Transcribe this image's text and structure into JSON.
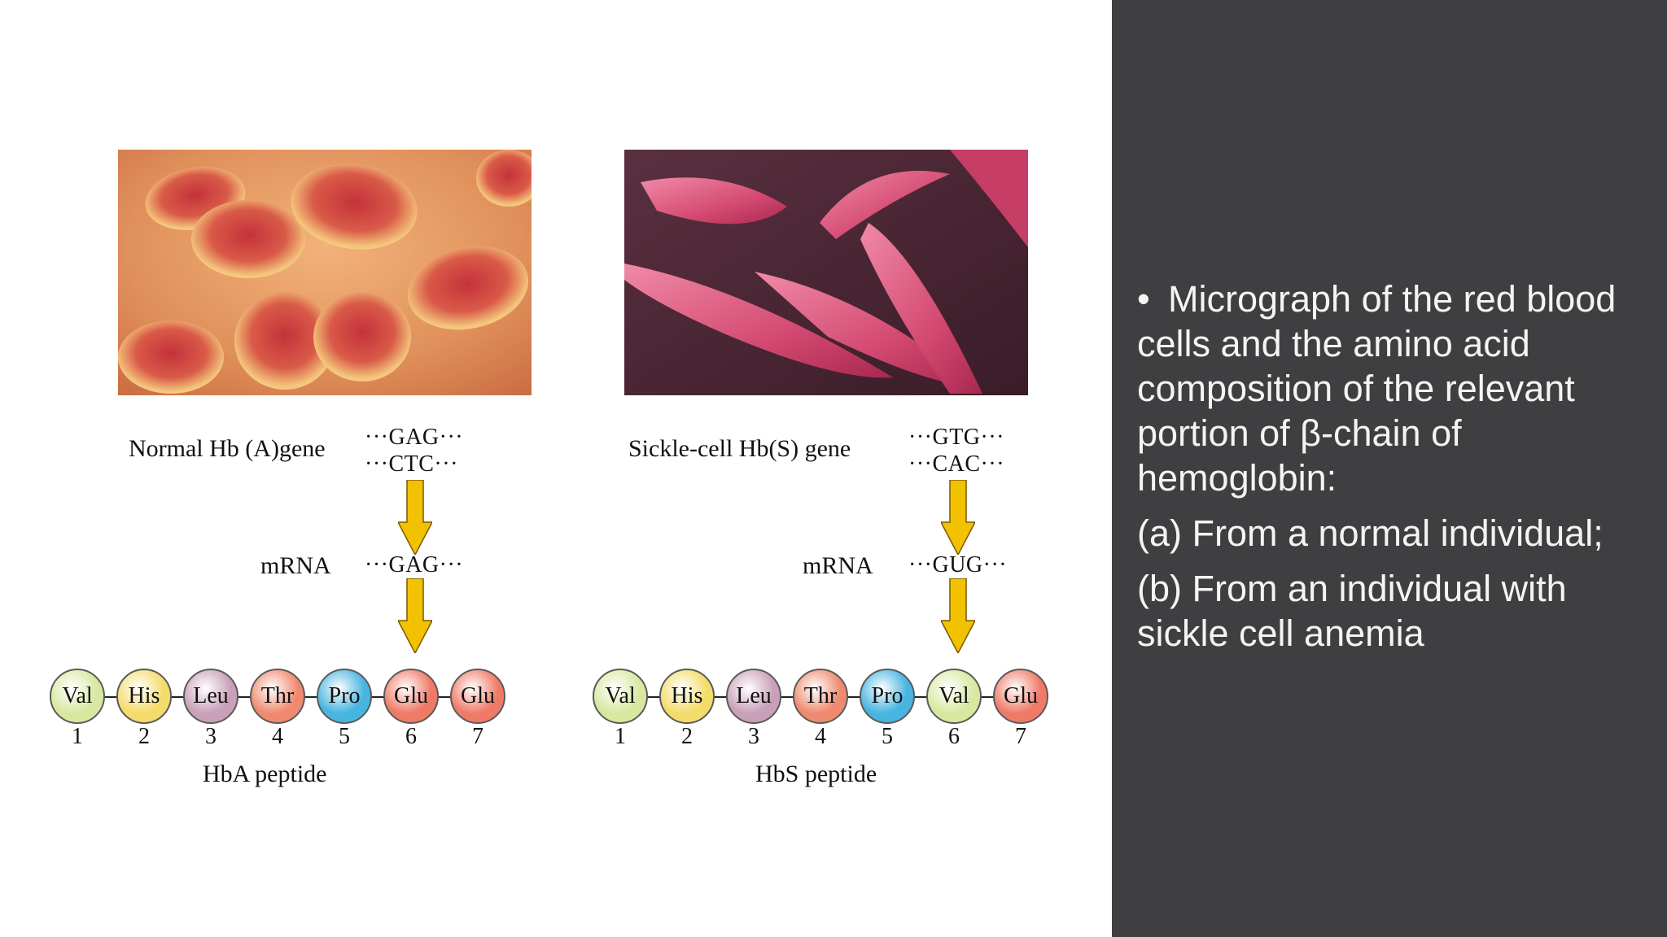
{
  "colors": {
    "panel_bg": "#3f3e40",
    "arrow_fill": "#f2c200",
    "Val": "#d8e8a0",
    "His": "#f4dc6a",
    "Leu": "#c9a0b8",
    "Thr": "#ef8a70",
    "Pro": "#48b4e0",
    "Glu": "#f07a68"
  },
  "normal": {
    "gene_label": "Normal Hb (A)gene",
    "codon_top": "···GAG···",
    "codon_bottom": "···CTC···",
    "mrna_label": "mRNA",
    "mrna_codon": "···GAG···",
    "peptide": [
      {
        "name": "Val",
        "num": "1"
      },
      {
        "name": "His",
        "num": "2"
      },
      {
        "name": "Leu",
        "num": "3"
      },
      {
        "name": "Thr",
        "num": "4"
      },
      {
        "name": "Pro",
        "num": "5"
      },
      {
        "name": "Glu",
        "num": "6"
      },
      {
        "name": "Glu",
        "num": "7"
      }
    ],
    "peptide_label": "HbA peptide",
    "micrograph_icon": "normal-red-blood-cells-micrograph"
  },
  "sickle": {
    "gene_label": "Sickle-cell Hb(S) gene",
    "codon_top": "···GTG···",
    "codon_bottom": "···CAC···",
    "mrna_label": "mRNA",
    "mrna_codon": "···GUG···",
    "peptide": [
      {
        "name": "Val",
        "num": "1"
      },
      {
        "name": "His",
        "num": "2"
      },
      {
        "name": "Leu",
        "num": "3"
      },
      {
        "name": "Thr",
        "num": "4"
      },
      {
        "name": "Pro",
        "num": "5"
      },
      {
        "name": "Val",
        "num": "6"
      },
      {
        "name": "Glu",
        "num": "7"
      }
    ],
    "peptide_label": "HbS peptide",
    "micrograph_icon": "sickle-cell-micrograph"
  },
  "text_panel": {
    "bullet": "•",
    "line1": "Micrograph of the red blood cells and the amino acid composition of the relevant portion of β-chain of hemoglobin:",
    "line2": "(a) From a normal individual;",
    "line3": "(b) From an individual with sickle cell anemia"
  }
}
